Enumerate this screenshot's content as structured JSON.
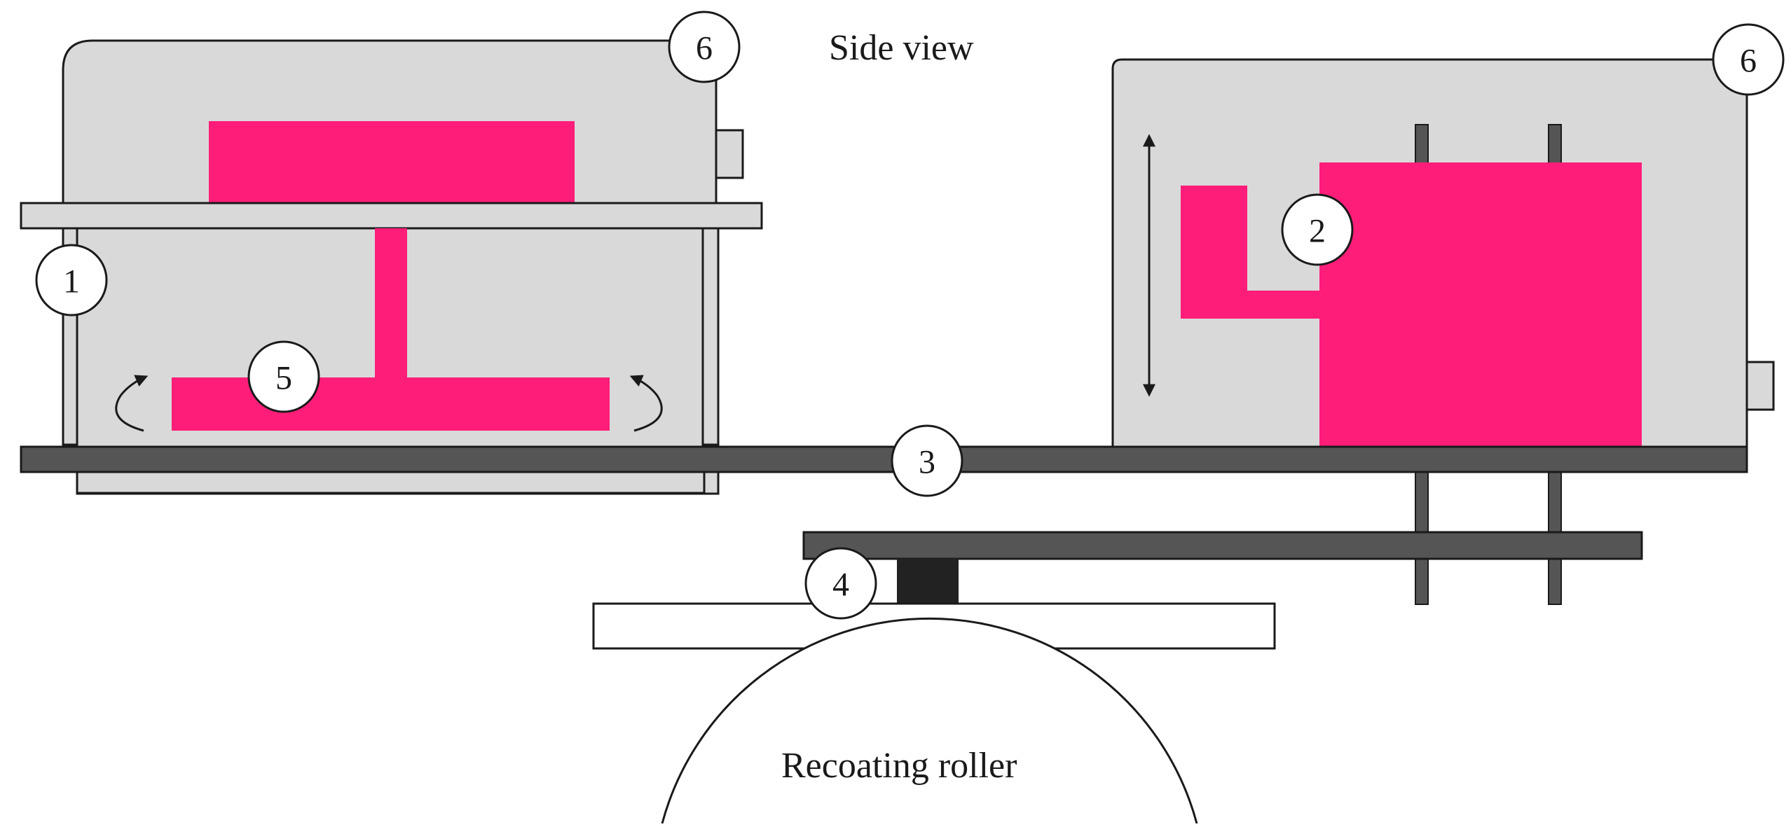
{
  "title": "Side view",
  "roller_label": "Recoating roller",
  "callouts": [
    "1",
    "2",
    "3",
    "4",
    "5",
    "6",
    "6"
  ],
  "colors": {
    "housing": "#d9d9d9",
    "outline": "#1a1a1a",
    "part": "#ff1d7a",
    "rail": "#555555",
    "block": "#222222",
    "background": "#ffffff"
  }
}
